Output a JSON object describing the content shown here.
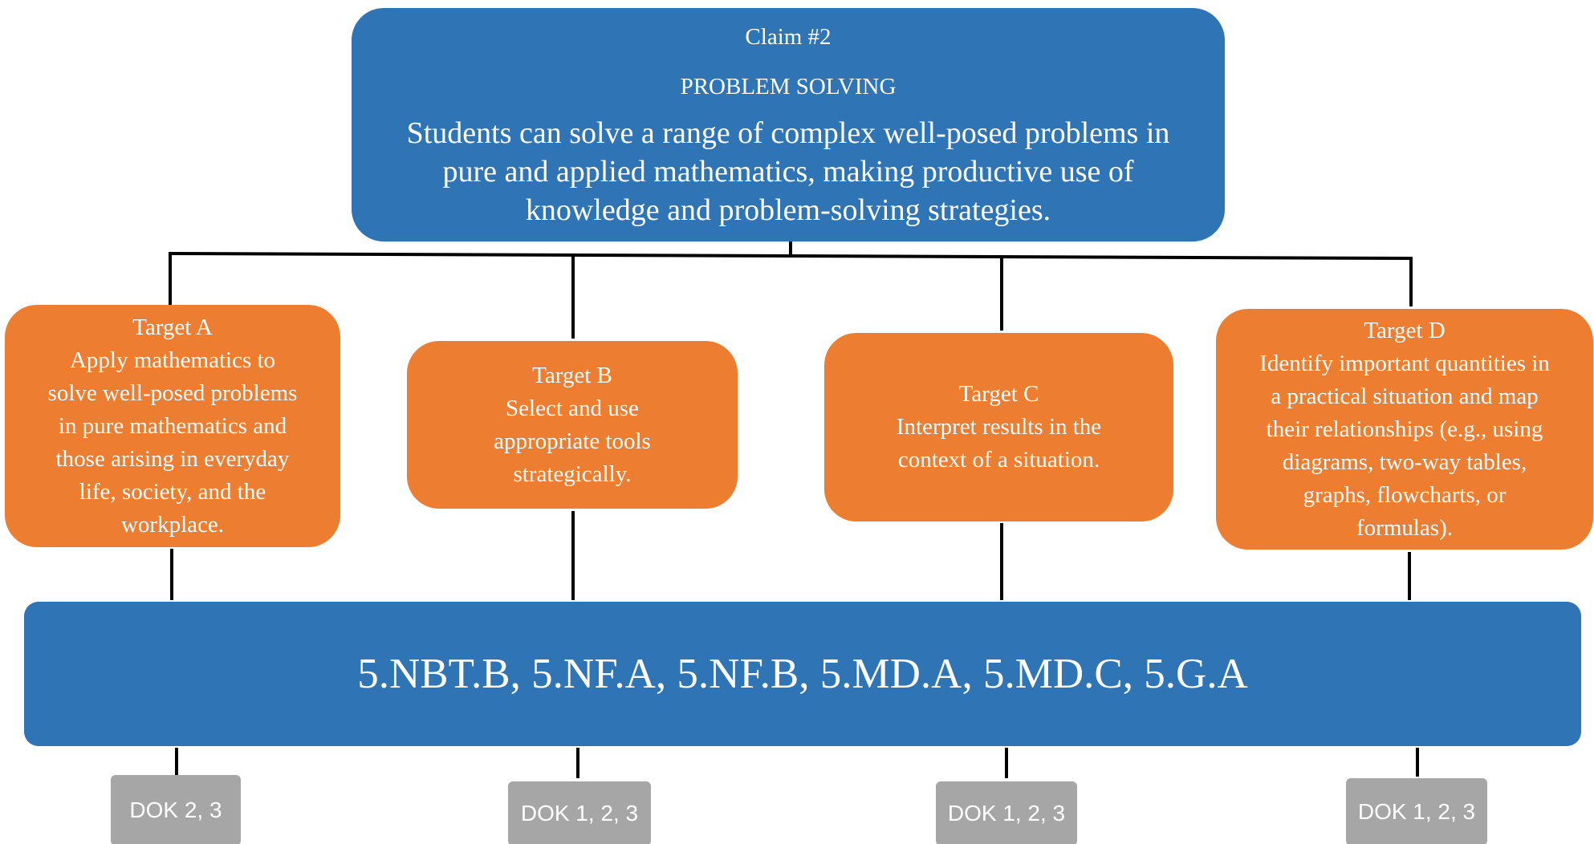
{
  "claim": {
    "number": "Claim #2",
    "title": "PROBLEM SOLVING",
    "description": "Students can solve a range of complex well-posed problems in pure and applied mathematics, making productive use of knowledge and problem-solving strategies."
  },
  "targets": [
    {
      "title": "Target A",
      "lines": [
        "Apply mathematics to",
        "solve well-posed problems",
        "in pure mathematics and",
        "those arising in everyday",
        "life, society, and the",
        "workplace."
      ]
    },
    {
      "title": "Target B",
      "lines": [
        "Select and use",
        "appropriate tools",
        "strategically."
      ]
    },
    {
      "title": "Target C",
      "lines": [
        "Interpret results in the",
        "context of a situation."
      ]
    },
    {
      "title": "Target D",
      "lines": [
        "Identify important quantities in",
        "a practical situation and map",
        "their relationships (e.g., using",
        "diagrams, two-way tables,",
        "graphs, flowcharts, or",
        "formulas)."
      ]
    }
  ],
  "standards": "5.NBT.B, 5.NF.A, 5.NF.B, 5.MD.A, 5.MD.C, 5.G.A",
  "dok": [
    "DOK 2, 3",
    "DOK 1, 2, 3",
    "DOK 1, 2, 3",
    "DOK 1, 2, 3"
  ],
  "colors": {
    "claim": "#2f74b5",
    "target": "#ed7d31",
    "standards": "#2f74b5",
    "dok": "#a6a6a6",
    "connector": "#000000"
  }
}
